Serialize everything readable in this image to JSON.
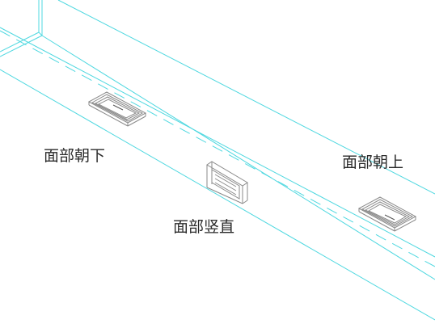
{
  "labels": {
    "face_down": "面部朝下",
    "face_vertical": "面部竖直",
    "face_up": "面部朝上"
  },
  "colors": {
    "duct_line": "#4fd8e0",
    "fixture_line": "#8a8a8a",
    "fixture_dark": "#555555",
    "label_text": "#2b2b2b",
    "background": "#ffffff"
  }
}
